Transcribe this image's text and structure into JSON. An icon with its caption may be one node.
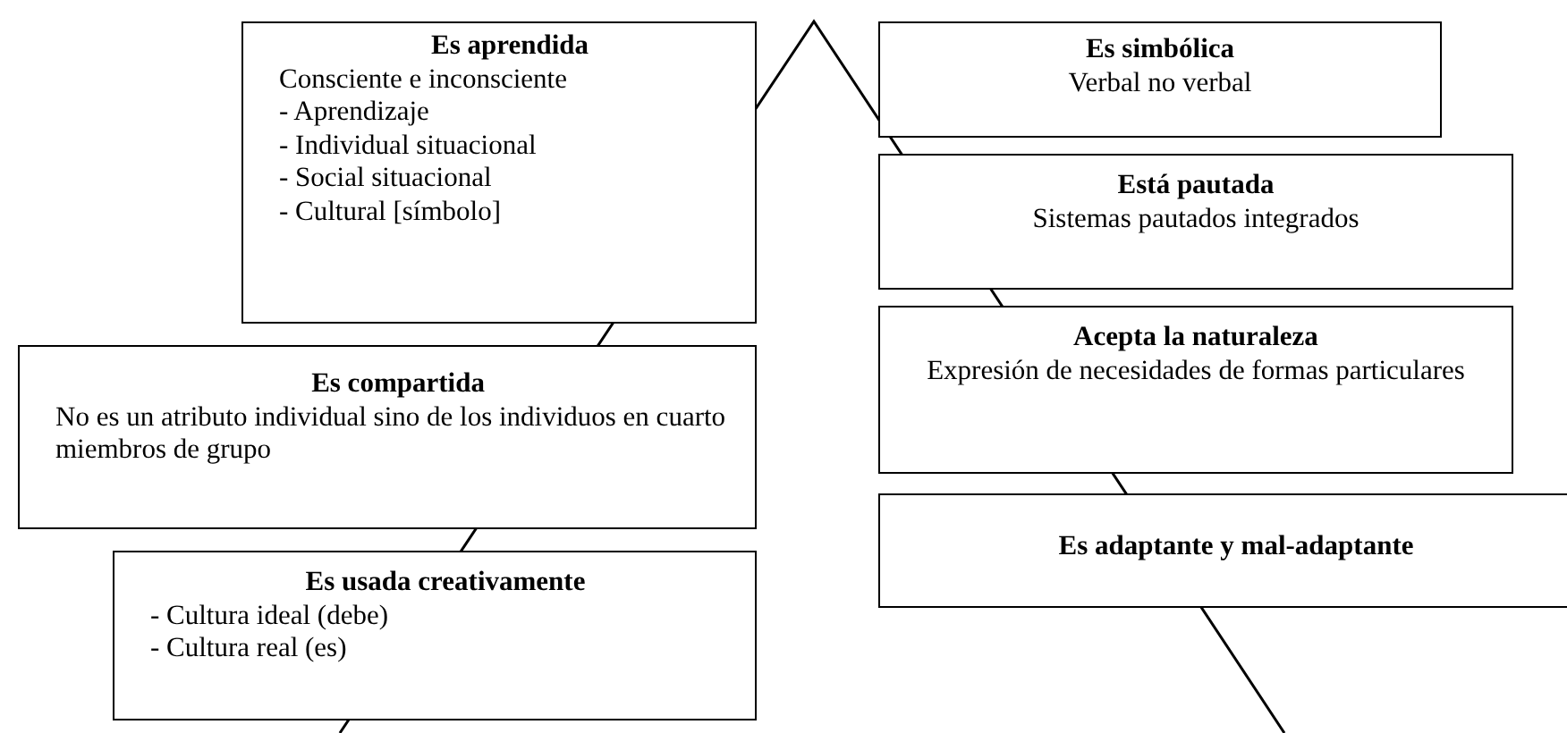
{
  "diagram": {
    "nodes": [
      {
        "text": [
          "Es aprendida",
          "Consciente e inconsciente",
          "- Aprendizaje",
          "- Individual situacional",
          "- Social situacional",
          "- Cultural [símbolo]"
        ]
      },
      {
        "text": [
          "Es compartida",
          "No es un atributo individual sino de los individuos en cuarto miembros de grupo"
        ]
      },
      {
        "text": [
          "Es usada creativamente",
          "- Cultura ideal (debe)",
          "- Cultura real (es)"
        ]
      },
      {
        "text": [
          "Es simbólica",
          "Verbal no verbal"
        ]
      },
      {
        "text": [
          "Está pautada",
          "Sistemas pautados integrados"
        ]
      },
      {
        "text": [
          "Acepta la naturaleza",
          "Expresión de necesidades de formas particulares"
        ]
      },
      {
        "text": [
          "Es adaptante y mal-adaptante"
        ]
      }
    ]
  }
}
